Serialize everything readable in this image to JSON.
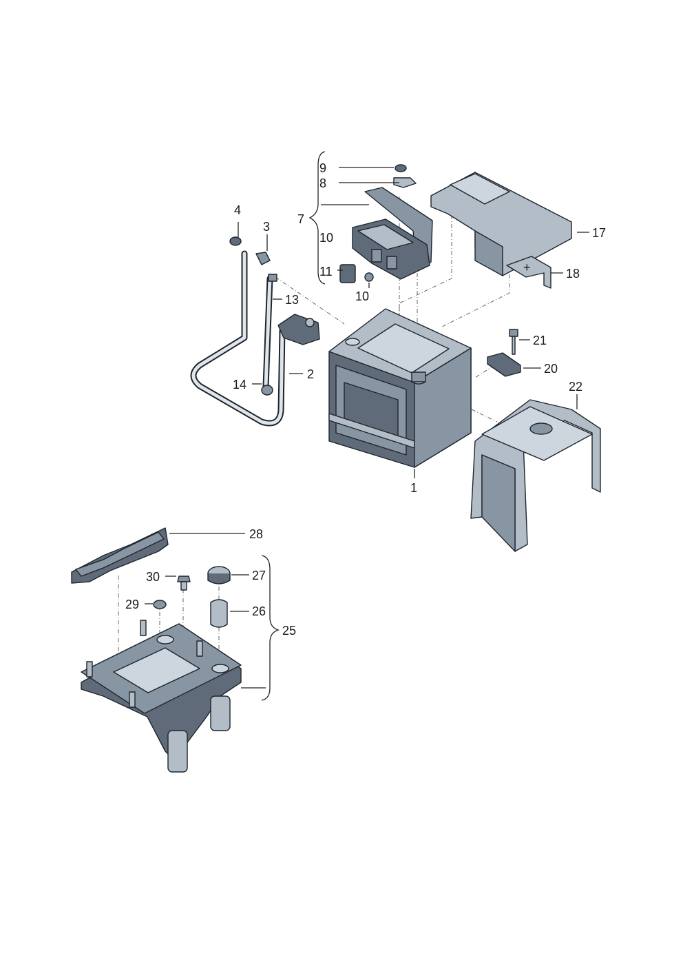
{
  "callouts": [
    {
      "id": "c1",
      "text": "1"
    },
    {
      "id": "c2",
      "text": "2"
    },
    {
      "id": "c3",
      "text": "3"
    },
    {
      "id": "c4",
      "text": "4"
    },
    {
      "id": "c7",
      "text": "7"
    },
    {
      "id": "c8",
      "text": "8"
    },
    {
      "id": "c9",
      "text": "9"
    },
    {
      "id": "c10a",
      "text": "10"
    },
    {
      "id": "c10b",
      "text": "10"
    },
    {
      "id": "c11",
      "text": "11"
    },
    {
      "id": "c13",
      "text": "13"
    },
    {
      "id": "c14",
      "text": "14"
    },
    {
      "id": "c17",
      "text": "17"
    },
    {
      "id": "c18",
      "text": "18"
    },
    {
      "id": "c20",
      "text": "20"
    },
    {
      "id": "c21",
      "text": "21"
    },
    {
      "id": "c22",
      "text": "22"
    },
    {
      "id": "c25",
      "text": "25"
    },
    {
      "id": "c26",
      "text": "26"
    },
    {
      "id": "c27",
      "text": "27"
    },
    {
      "id": "c28",
      "text": "28"
    },
    {
      "id": "c29",
      "text": "29"
    },
    {
      "id": "c30",
      "text": "30"
    }
  ],
  "parts": {
    "battery": "battery",
    "terminal_cover": "terminal-cover",
    "fuse_holder": "fuse-holder",
    "insulation_cover": "insulation-cover",
    "positive_cover": "positive-terminal-cover",
    "clamp": "hold-down-clamp",
    "battery_cover": "battery-cover",
    "battery_tray": "battery-tray",
    "tray_bracket": "tray-bracket"
  },
  "colors": {
    "part_dark": "#5f6b78",
    "part_mid": "#8895a3",
    "part_light": "#b2bdc8",
    "outline": "#1e252c"
  }
}
